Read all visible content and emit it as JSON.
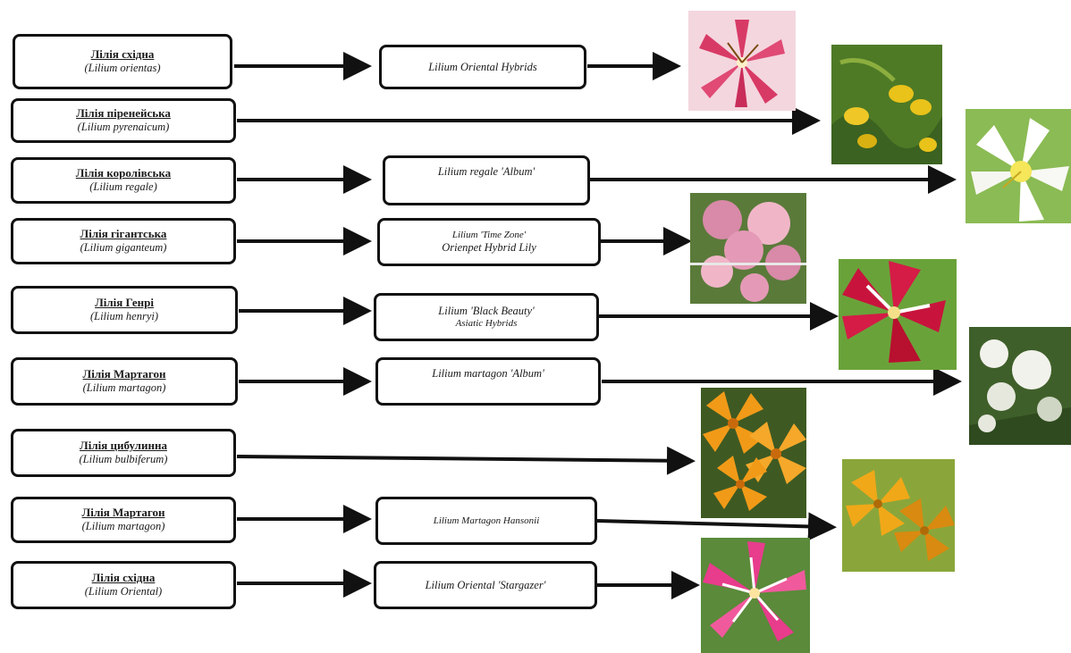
{
  "species": [
    {
      "name": "Лілія східна",
      "latin": "(Lilium orientas)"
    },
    {
      "name": "Лілія піренейська",
      "latin": "(Lilium pyrenaicum)"
    },
    {
      "name": "Лілія королівська",
      "latin": "(Lilium regale)"
    },
    {
      "name": "Лілія гігантська",
      "latin": "(Lilium giganteum)"
    },
    {
      "name": "Лілія Генрі",
      "latin": "(Lilium henryi)"
    },
    {
      "name": "Лілія Мартагон",
      "latin": "(Lilium martagon)"
    },
    {
      "name": "Лілія цибулинна",
      "latin": "(Lilium bulbiferum)"
    },
    {
      "name": "Лілія Мартагон",
      "latin": "(Lilium martagon)"
    },
    {
      "name": "Лілія східна",
      "latin": "(Lilium Oriental)"
    }
  ],
  "cultivars": [
    {
      "line1": "Lilium Oriental Hybrids",
      "line2": ""
    },
    {
      "line1": "Lilium regale 'Album'",
      "line2": ""
    },
    {
      "line1": "Lilium 'Time Zone'",
      "line2": "Orienpet Hybrid Lily"
    },
    {
      "line1": "Lilium 'Black Beauty'",
      "line2": "Asiatic Hybrids"
    },
    {
      "line1": "Lilium martagon 'Album'",
      "line2": ""
    },
    {
      "line1": "Lilium Martagon Hansonii",
      "line2": ""
    },
    {
      "line1": "Lilium Oriental 'Stargazer'",
      "line2": ""
    }
  ],
  "photos": [
    {
      "name": "pink-striped-oriental-lily",
      "colors": [
        "#f4d6de",
        "#d83a66",
        "#ffffff"
      ]
    },
    {
      "name": "yellow-pyrenean-lily",
      "colors": [
        "#4e7a26",
        "#e9c21a",
        "#8cae3e"
      ]
    },
    {
      "name": "white-regal-lily",
      "colors": [
        "#ffffff",
        "#f5e65a",
        "#8bbb54"
      ]
    },
    {
      "name": "pink-time-zone-lily",
      "colors": [
        "#d88aa8",
        "#f0b6c8",
        "#5a7a3a"
      ]
    },
    {
      "name": "red-black-beauty-lily",
      "colors": [
        "#c8143c",
        "#ffffff",
        "#6aa23a"
      ]
    },
    {
      "name": "white-martagon-lily",
      "colors": [
        "#f2f2ec",
        "#3f5f2a",
        "#cfd6c4"
      ]
    },
    {
      "name": "orange-bulbiferum-lily",
      "colors": [
        "#f19a18",
        "#3e5a22",
        "#c86a0c"
      ]
    },
    {
      "name": "yellow-hansonii-lily",
      "colors": [
        "#f0a818",
        "#8aa63a",
        "#d98a10"
      ]
    },
    {
      "name": "pink-stargazer-lily",
      "colors": [
        "#e83c8c",
        "#ffffff",
        "#5a8a3a"
      ]
    }
  ]
}
